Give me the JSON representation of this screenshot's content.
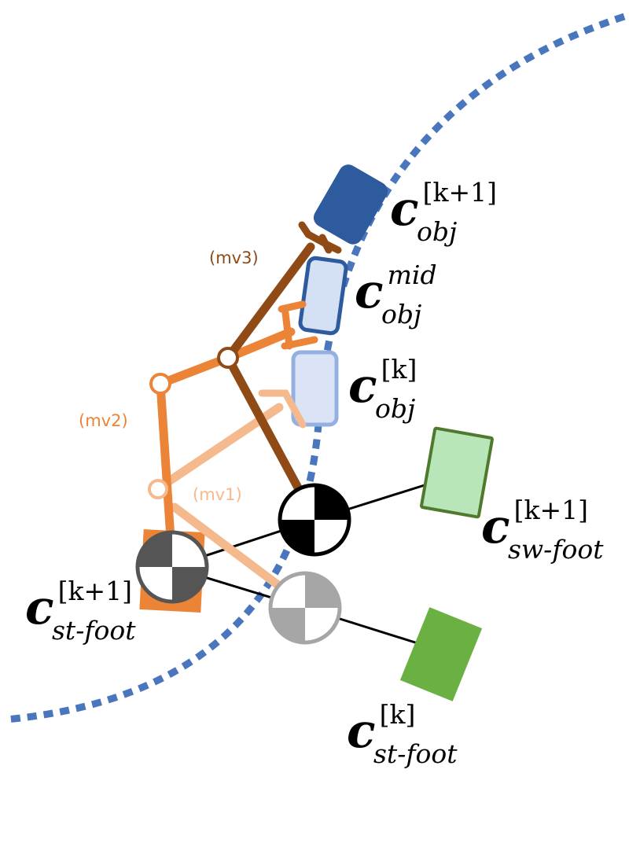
{
  "motion_labels": {
    "mv1": "(mv1)",
    "mv2": "(mv2)",
    "mv3": "(mv3)"
  },
  "equation_labels": {
    "obj_next": {
      "symbol": "c",
      "superscript": "[k+1]",
      "subscript": "obj"
    },
    "obj_mid": {
      "symbol": "c",
      "superscript": "mid",
      "subscript": "obj"
    },
    "obj_current": {
      "symbol": "c",
      "superscript": "[k]",
      "subscript": "obj"
    },
    "sw_foot_next": {
      "symbol": "c",
      "superscript": "[k+1]",
      "subscript": "sw-foot"
    },
    "st_foot_next": {
      "symbol": "c",
      "superscript": "[k+1]",
      "subscript": "st-foot"
    },
    "st_foot_current": {
      "symbol": "c",
      "superscript": "[k]",
      "subscript": "st-foot"
    }
  },
  "colors": {
    "path": "#4a76bd",
    "object_next": "#2e5a9e",
    "object_mid_fill": "#d4e0f4",
    "object_mid_stroke": "#2e5a9e",
    "object_current_fill": "#dae4f6",
    "object_current_stroke": "#94b0e0",
    "mv1": "#f5b98e",
    "mv2": "#ec8438",
    "mv3": "#8f4a16",
    "sw_foot_fill": "#b8e6b8",
    "sw_foot_stroke": "#4f7a2e",
    "st_foot_current": "#6bb043",
    "com_next_dark": "#555555",
    "com_next_current": "#000000",
    "com_prev": "#a6a6a6"
  }
}
